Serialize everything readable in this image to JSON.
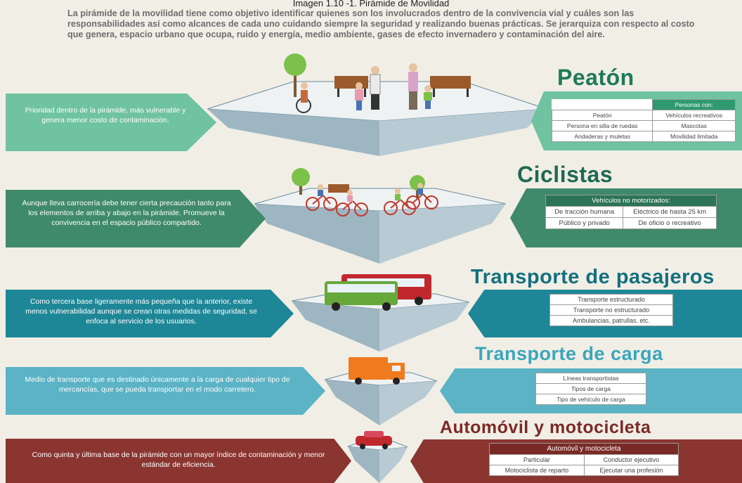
{
  "caption": "Imagen 1.10 -1. Pirámide de Movilidad",
  "intro": "La pirámide de la movilidad tiene como objetivo identificar quienes son los involucrados dentro de la convivencia vial y cuáles son las responsabilidades así como alcances de cada uno cuidando siempre la seguridad y realizando buenas prácticas. Se jerarquiza con respecto al costo que genera, espacio urbano que ocupa, ruido y energía, medio ambiente, gases de efecto invernadero y contaminación del aire.",
  "levels": [
    {
      "title": "Peatón",
      "description": "Prioridad dentro de la pirámide, más vulnerable y genera menor costo de contaminación.",
      "table_header": "Personas con:",
      "rows": [
        [
          "Peatón",
          "Vehículos recreativos"
        ],
        [
          "Persona en silla de ruedas",
          "Mascotas"
        ],
        [
          "Andaderas y muletas",
          "Movilidad limitada"
        ]
      ],
      "color": "#6fc3a0"
    },
    {
      "title": "Ciclistas",
      "description": "Aunque lleva carrocería debe tener cierta precaución tanto para los elementos de arriba y abajo en la pirámide. Promueve la convivencia en el espacio público compartido.",
      "table_header": "Vehículos no motorizados:",
      "rows": [
        [
          "De tracción humana",
          "Eléctrico de hasta 25 km"
        ],
        [
          "Público y privado",
          "De oficio o recreativo"
        ]
      ],
      "color": "#3f8a6a"
    },
    {
      "title": "Transporte de pasajeros",
      "description": "Como tercera base ligeramente más pequeña que la anterior, existe menos vulnerabilidad aunque se crean otras medidas de seguridad, se enfoca al servicio de los usuarios.",
      "rows": [
        "Transporte estructurado",
        "Transporte no estructurado",
        "Ambulancias, patrullas, etc."
      ],
      "color": "#1e8797"
    },
    {
      "title": "Transporte de carga",
      "description": "Medio de transporte que es destinado únicamente a la carga de cualquier tipo de mercancías, que se pueda transportar en el modo carretero.",
      "rows": [
        "Líneas transportistas",
        "Tipos de carga",
        "Tipo de vehículo de carga"
      ],
      "color": "#5bb3c5"
    },
    {
      "title": "Automóvil y motocicleta",
      "description": "Como quinta y última base de la pirámide con un mayor índice de contaminación y menor estándar de eficiencia.",
      "table_header": "Automóvil y motocicleta",
      "rows": [
        [
          "Particular",
          "Conductor ejecutivo"
        ],
        [
          "Motociclista de reparto",
          "Ejecutar una profesión"
        ]
      ],
      "color": "#8a3530"
    }
  ],
  "icons": [
    "tree-icon",
    "wheelchair-icon",
    "bench-icon",
    "pedestrian-icon",
    "bicycle-icon",
    "bus-icon",
    "truck-icon",
    "car-icon"
  ]
}
